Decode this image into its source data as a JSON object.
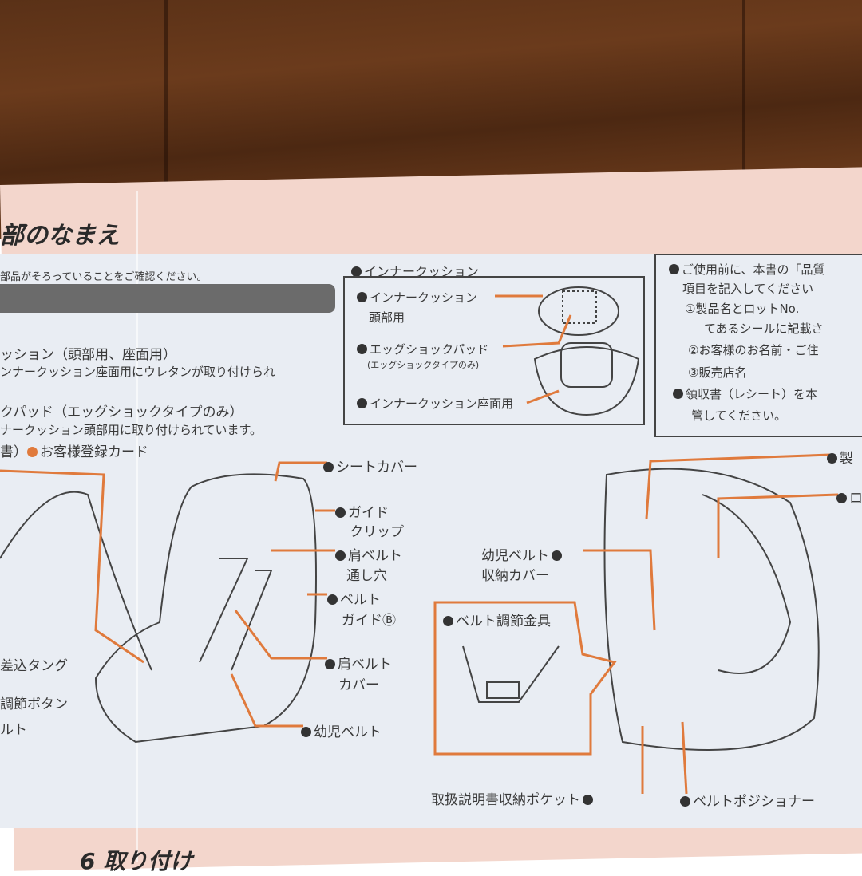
{
  "heading": "部のなまえ",
  "intro": "部品がそろっていることをご確認ください。",
  "parts_list": [
    "ッション（頭部用、座面用）",
    "ンナークッション座面用にウレタンが取り付けられ",
    "クパッド（エッグショックタイプのみ）",
    "ナークッション頭部用に取り付けられています。"
  ],
  "docs_line": {
    "prefix": "書）",
    "item": "お客様登録カード"
  },
  "inner_cushion": {
    "title": "インナークッション",
    "head_label": "インナークッション",
    "head_sub": "頭部用",
    "egg_label": "エッグショックパッド",
    "egg_sub": "(エッグショックタイプのみ)",
    "seat_label": "インナークッション座面用"
  },
  "notice": {
    "line1": "ご使用前に、本書の「品質",
    "line2": "項目を記入してください",
    "item1a": "①製品名とロットNo.",
    "item1b": "てあるシールに記載さ",
    "item2": "②お客様のお名前・ご住",
    "item3": "③販売店名",
    "line3": "領収書（レシート）を本",
    "line4": "管してください。"
  },
  "front_labels": {
    "seat_cover": "シートカバー",
    "guide_clip_1": "ガイド",
    "guide_clip_2": "クリップ",
    "shoulder_hole_1": "肩ベルト",
    "shoulder_hole_2": "通し穴",
    "belt_guide_1": "ベルト",
    "belt_guide_2": "ガイドⒷ",
    "shoulder_cover_1": "肩ベルト",
    "shoulder_cover_2": "カバー",
    "infant_belt": "幼児ベルト"
  },
  "left_labels": {
    "tongue": "差込タング",
    "adjust_button": "調節ボタン",
    "belt": "ルト"
  },
  "rear_labels": {
    "product": "製",
    "lot": "ロ",
    "infant_belt_cover_1": "幼児ベルト",
    "infant_belt_cover_2": "収納カバー",
    "belt_adjuster": "ベルト調節金具",
    "manual_pocket": "取扱説明書収納ポケット",
    "belt_positioner": "ベルトポジショナー"
  },
  "next_section": "6 取り付け",
  "colors": {
    "accent": "#e07a3c",
    "paper": "#f3d6cc",
    "panel": "#e9edf3",
    "wood": "#5a3117"
  }
}
